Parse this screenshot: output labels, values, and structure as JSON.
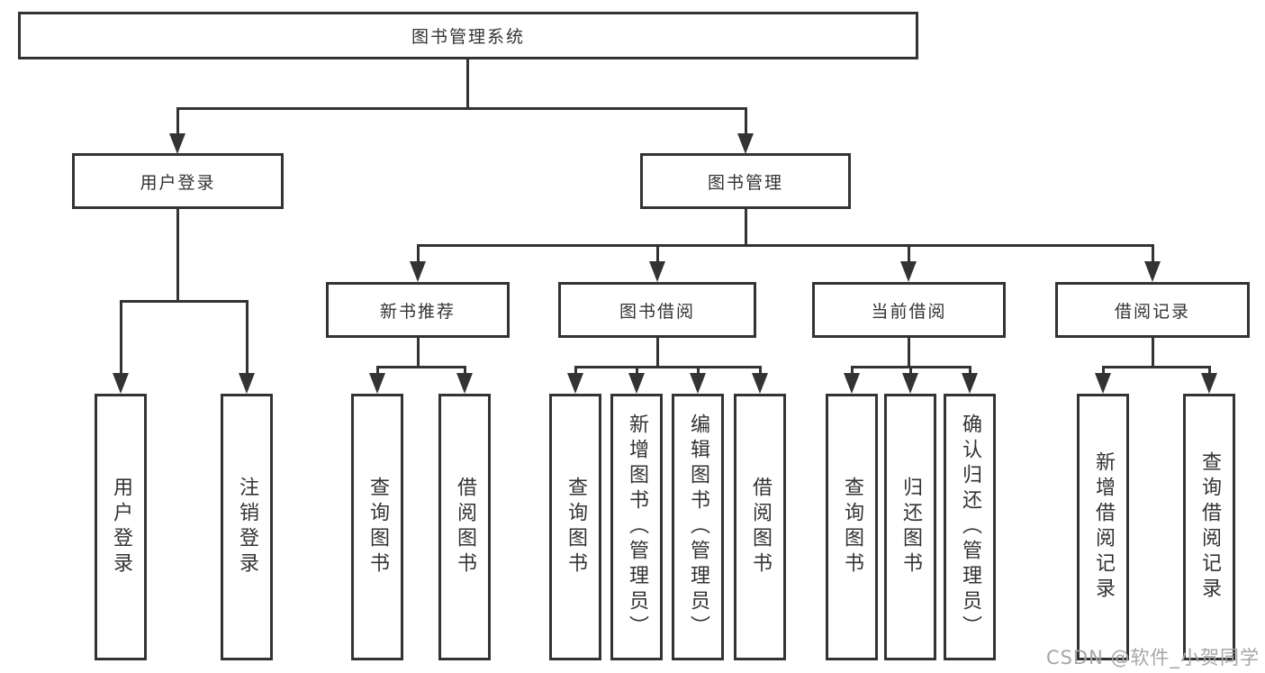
{
  "colors": {
    "line": "#333333",
    "text": "#333333",
    "watermark": "#a6a6a6",
    "background": "#ffffff"
  },
  "watermark": "CSDN @软件_小贺同学",
  "diagram": {
    "root": {
      "label": "图书管理系统"
    },
    "branches": {
      "user_login": {
        "label": "用户登录",
        "children": {
          "login": {
            "label": "用户登录"
          },
          "logout": {
            "label": "注销登录"
          }
        }
      },
      "book_mgmt": {
        "label": "图书管理",
        "sections": {
          "new_book": {
            "label": "新书推荐",
            "children": {
              "query": {
                "label": "查询图书"
              },
              "borrow": {
                "label": "借阅图书"
              }
            }
          },
          "book_borrow": {
            "label": "图书借阅",
            "children": {
              "query": {
                "label": "查询图书"
              },
              "add": {
                "label": "新增图书（管理员）"
              },
              "edit": {
                "label": "编辑图书（管理员）"
              },
              "borrow": {
                "label": "借阅图书"
              }
            }
          },
          "current_borrow": {
            "label": "当前借阅",
            "children": {
              "query": {
                "label": "查询图书"
              },
              "return": {
                "label": "归还图书"
              },
              "confirm": {
                "label": "确认归还（管理员）"
              }
            }
          },
          "borrow_record": {
            "label": "借阅记录",
            "children": {
              "add": {
                "label": "新增借阅记录"
              },
              "query": {
                "label": "查询借阅记录"
              }
            }
          }
        }
      }
    }
  }
}
